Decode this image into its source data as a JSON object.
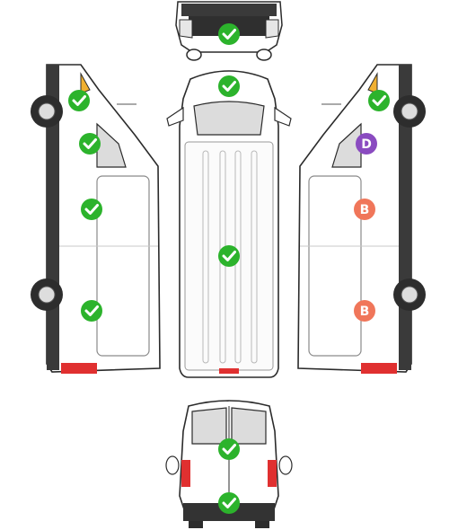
{
  "colors": {
    "ok": "#2cb32c",
    "damage_b": "#f0765a",
    "damage_d": "#8a4bc0",
    "outline": "#2b2b2b",
    "body": "#ffffff",
    "glass": "#dcdcdc",
    "dark": "#333333",
    "light_red": "#e03030"
  },
  "views": [
    {
      "id": "front",
      "name": "front-view"
    },
    {
      "id": "top",
      "name": "top-view"
    },
    {
      "id": "left",
      "name": "left-side-view"
    },
    {
      "id": "right",
      "name": "right-side-view"
    },
    {
      "id": "rear",
      "name": "rear-view"
    }
  ],
  "markers": [
    {
      "id": "front-grille",
      "view": "front",
      "status": "ok",
      "label": ""
    },
    {
      "id": "roof-front",
      "view": "top",
      "status": "ok",
      "label": ""
    },
    {
      "id": "roof-main",
      "view": "top",
      "status": "ok",
      "label": ""
    },
    {
      "id": "left-front-wheel",
      "view": "left",
      "status": "ok",
      "label": ""
    },
    {
      "id": "left-cab-window",
      "view": "left",
      "status": "ok",
      "label": ""
    },
    {
      "id": "left-side-panel",
      "view": "left",
      "status": "ok",
      "label": ""
    },
    {
      "id": "left-rear-panel",
      "view": "left",
      "status": "ok",
      "label": ""
    },
    {
      "id": "right-front-wheel",
      "view": "right",
      "status": "ok",
      "label": ""
    },
    {
      "id": "right-cab-door",
      "view": "right",
      "status": "damage_d",
      "label": "D"
    },
    {
      "id": "right-side-panel",
      "view": "right",
      "status": "damage_b",
      "label": "B"
    },
    {
      "id": "right-rear-panel",
      "view": "right",
      "status": "damage_b",
      "label": "B"
    },
    {
      "id": "rear-doors",
      "view": "rear",
      "status": "ok",
      "label": ""
    },
    {
      "id": "rear-bumper",
      "view": "rear",
      "status": "ok",
      "label": ""
    }
  ]
}
